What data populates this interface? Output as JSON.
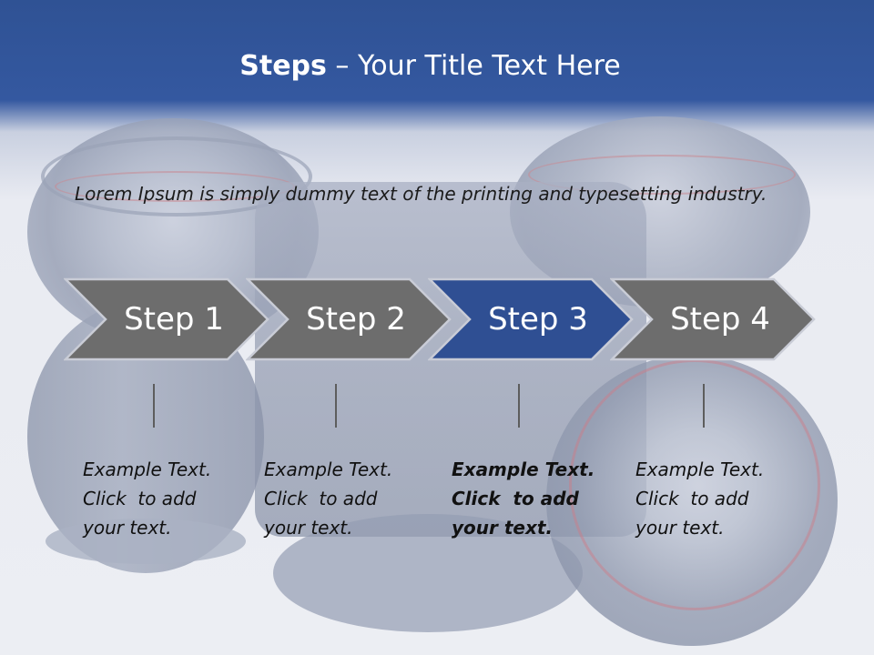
{
  "title": {
    "bold": "Steps",
    "rest": " – Your Title Text Here"
  },
  "intro": "Lorem Ipsum is simply dummy text of the printing and typesetting industry.",
  "steps": [
    {
      "label": "Step 1",
      "color": "#6d6d6d",
      "active": false,
      "desc": [
        "Example Text.",
        "Click  to add",
        "your text."
      ]
    },
    {
      "label": "Step 2",
      "color": "#6d6d6d",
      "active": false,
      "desc": [
        "Example Text.",
        "Click  to add",
        "your text."
      ]
    },
    {
      "label": "Step 3",
      "color": "#2f4f93",
      "active": true,
      "desc": [
        "Example Text.",
        "Click  to add",
        "your text."
      ]
    },
    {
      "label": "Step 4",
      "color": "#6d6d6d",
      "active": false,
      "desc": [
        "Example Text.",
        "Click  to add",
        "your text."
      ]
    }
  ],
  "colors": {
    "header_blue": "#2f5294",
    "active_step": "#2f4f93",
    "inactive_step": "#6d6d6d",
    "chevron_border": "#c9ccd6"
  }
}
